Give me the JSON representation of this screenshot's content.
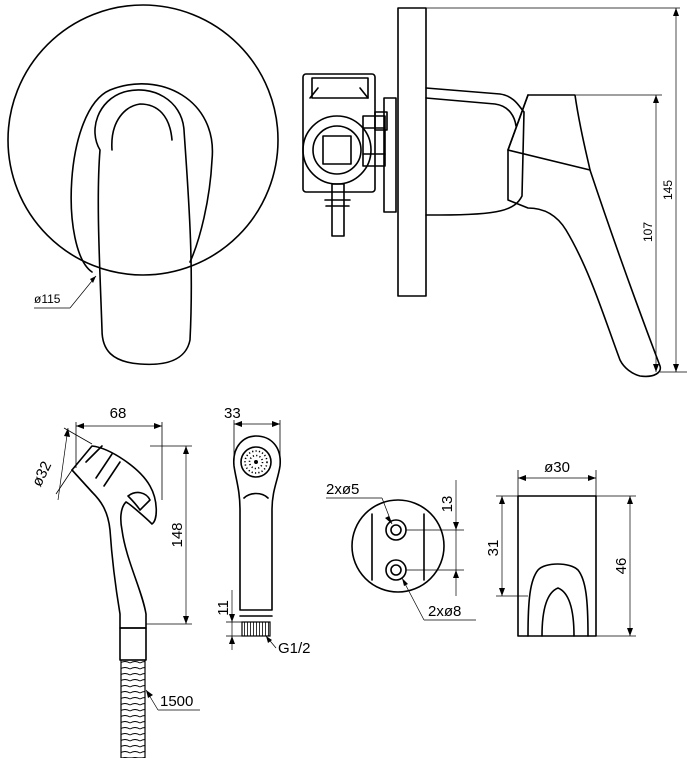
{
  "dimensions": {
    "plate_diameter": "ø115",
    "total_height": "145",
    "lever_height": "107",
    "hand_shower_width": "68",
    "hand_shower_head_diameter": "ø32",
    "hand_shower_length": "148",
    "hand_shower_depth": "33",
    "thread_length": "11",
    "thread_size": "G1/2",
    "hose_length": "1500",
    "holder_small_holes": "2xø5",
    "holder_hole_spacing": "13",
    "holder_large_holes": "2xø8",
    "holder_diameter": "ø30",
    "holder_mount_height": "31",
    "holder_height": "46"
  }
}
